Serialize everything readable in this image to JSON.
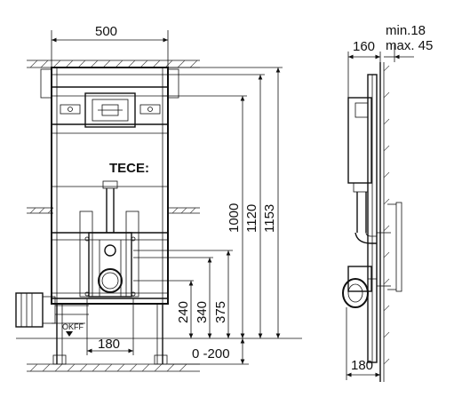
{
  "front_view": {
    "width_label": "500",
    "logo": "TECE:",
    "height_labels": [
      "1000",
      "1120",
      "1153"
    ],
    "outlet_labels": [
      "240",
      "340",
      "375"
    ],
    "spacing_label": "180",
    "floor_adjust_label": "0 -200",
    "okff_label": "OKFF"
  },
  "side_view": {
    "depth_label": "160",
    "min_label": "min.18",
    "max_label": "max. 45",
    "bottom_label": "180"
  }
}
